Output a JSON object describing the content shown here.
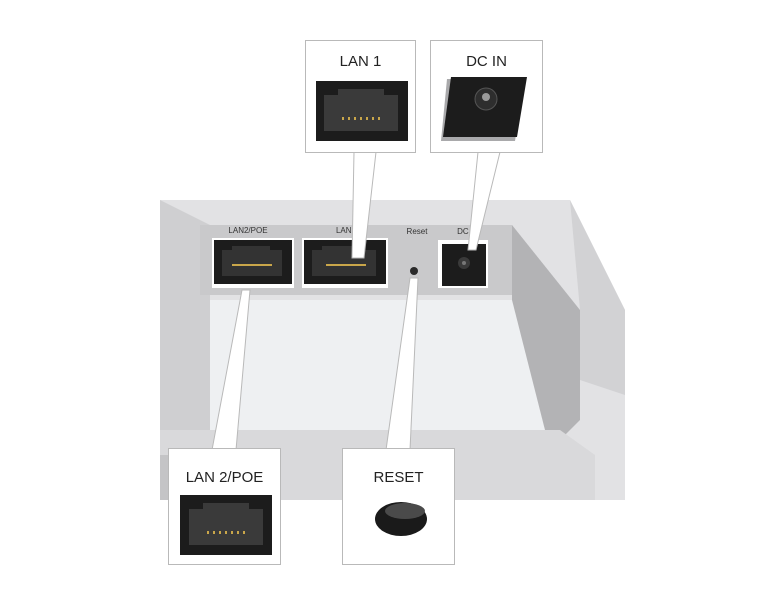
{
  "device_labels": {
    "lan2_poe": "LAN2/POE",
    "lan1": "LAN1",
    "reset": "Reset",
    "dc_in": "DC IN"
  },
  "callouts": {
    "lan1": "LAN 1",
    "dc_in": "DC IN",
    "lan2_poe": "LAN 2/POE",
    "reset": "RESET"
  },
  "colors": {
    "housing_light": "#dcdcde",
    "housing_mid": "#c8c8ca",
    "housing_dark": "#a9a9ab",
    "floor": "#eef0f2",
    "port_black": "#1c1c1c",
    "pin_gold": "#c9a64a"
  }
}
